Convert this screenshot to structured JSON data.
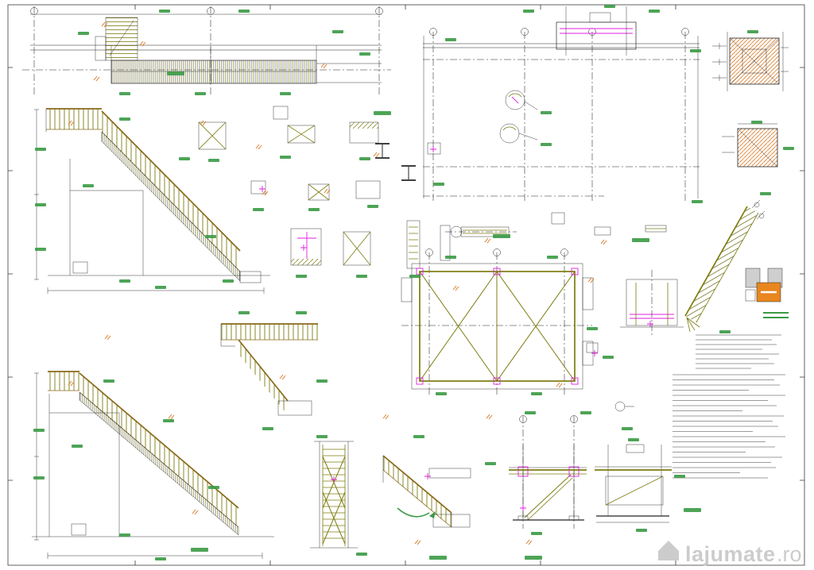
{
  "sheet": {
    "kind": "cad-drawing-sheet",
    "watermark": {
      "brand": "lajumate",
      "tld": ".ro",
      "icon": "house-icon"
    }
  },
  "colors": {
    "ink": "#252525",
    "frame": "#3a3a3a",
    "olive": "#7c7c10",
    "olive_dark": "#5e5e08",
    "brown": "#8a6a1a",
    "magenta": "#e020e0",
    "green": "#3b9a45",
    "orange": "#d97b28",
    "orange_fill": "#e8861f",
    "gray_light": "#cfcfcf",
    "watermark": "#c7c7c7",
    "background": "#ffffff"
  }
}
